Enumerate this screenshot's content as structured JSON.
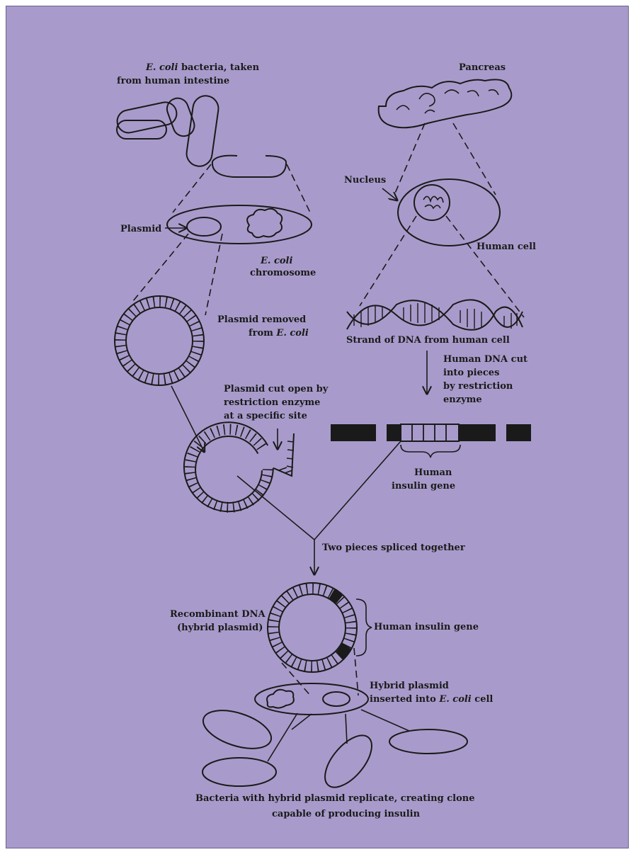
{
  "labels": {
    "ecoli_title_italic": "E. coli",
    "ecoli_title_rest": " bacteria, taken",
    "ecoli_title_line2": "from human intestine",
    "pancreas": "Pancreas",
    "nucleus": "Nucleus",
    "plasmid": "Plasmid",
    "human_cell": "Human cell",
    "ecoli_chromosome_italic": "E. coli",
    "ecoli_chromosome_line2": "chromosome",
    "plasmid_removed_line1": "Plasmid removed",
    "plasmid_removed_line2a": "from ",
    "plasmid_removed_line2b": "E. coli",
    "dna_strand": "Strand of DNA from human cell",
    "dna_cut_line1": "Human DNA cut",
    "dna_cut_line2": "into pieces",
    "dna_cut_line3": "by restriction",
    "dna_cut_line4": "enzyme",
    "plasmid_cut_line1": "Plasmid cut open by",
    "plasmid_cut_line2": "restriction enzyme",
    "plasmid_cut_line3": "at a specific site",
    "insulin_gene_line1": "Human",
    "insulin_gene_line2": "insulin gene",
    "spliced": "Two pieces spliced together",
    "recombinant_line1": "Recombinant DNA",
    "recombinant_line2": "(hybrid plasmid)",
    "human_insulin_gene": "Human insulin gene",
    "hybrid_inserted_line1": "Hybrid plasmid",
    "hybrid_inserted_line2a": "inserted into ",
    "hybrid_inserted_line2b": "E. coli",
    "hybrid_inserted_line2c": " cell",
    "caption_line1": "Bacteria with hybrid plasmid replicate, creating clone",
    "caption_line2": "capable of producing insulin"
  },
  "colors": {
    "background": "#a89bcb",
    "ink": "#1a1a1a"
  }
}
